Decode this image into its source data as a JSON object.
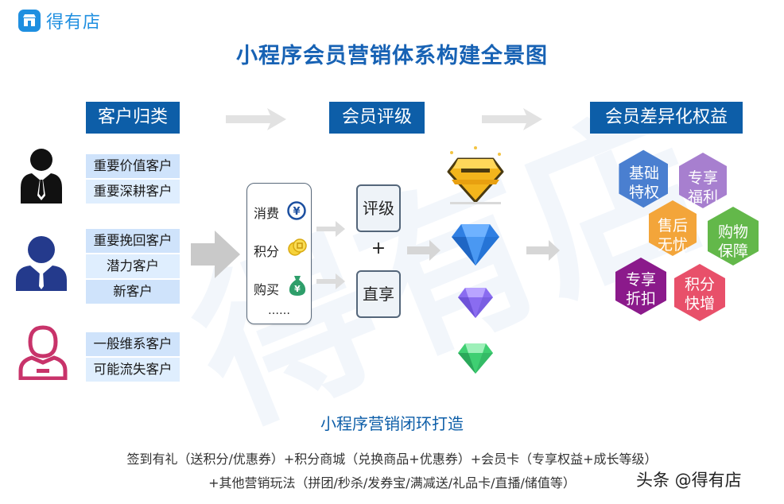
{
  "brand": {
    "name": "得有店"
  },
  "title": "小程序会员营销体系构建全景图",
  "sections": {
    "classify": "客户归类",
    "rating": "会员评级",
    "benefits": "会员差异化权益"
  },
  "customer_groups": [
    {
      "icon": "businessman-icon",
      "color": "#111111",
      "tags": [
        "重要价值客户",
        "重要深耕客户"
      ]
    },
    {
      "icon": "user-icon",
      "color": "#243a8c",
      "tags": [
        "重要挽回客户",
        "潜力客户",
        "新客户"
      ]
    },
    {
      "icon": "user-outline-icon",
      "color": "#c8336a",
      "tags": [
        "一般维系客户",
        "可能流失客户"
      ]
    }
  ],
  "factors": {
    "items": [
      {
        "label": "消费",
        "icon": "yuan-coin-icon"
      },
      {
        "label": "积分",
        "icon": "coins-icon"
      },
      {
        "label": "购买",
        "icon": "money-bag-icon"
      }
    ],
    "more": "……"
  },
  "rating_boxes": {
    "top": "评级",
    "plus": "+",
    "bottom": "直享"
  },
  "tiers": [
    {
      "icon": "gold-diamond-icon",
      "color": "#f3b51c"
    },
    {
      "icon": "blue-diamond-icon",
      "color": "#2f7fe3"
    },
    {
      "icon": "purple-diamond-icon",
      "color": "#8a6cf0"
    },
    {
      "icon": "green-diamond-icon",
      "color": "#3fcf72"
    }
  ],
  "benefits": [
    {
      "lines": [
        "基础",
        "特权"
      ],
      "color": "#4a7fd0"
    },
    {
      "lines": [
        "专享",
        "福利"
      ],
      "color": "#a77fcf"
    },
    {
      "lines": [
        "售后",
        "无忧"
      ],
      "color": "#f3a53a"
    },
    {
      "lines": [
        "购物",
        "保障"
      ],
      "color": "#63b84a"
    },
    {
      "lines": [
        "专享",
        "折扣"
      ],
      "color": "#8b1a8b"
    },
    {
      "lines": [
        "积分",
        "快增"
      ],
      "color": "#e8506a"
    }
  ],
  "loop": {
    "title": "小程序营销闭环打造",
    "line1": "签到有礼（送积分/优惠券）+积分商城（兑换商品+优惠券）+会员卡（专享权益+成长等级）",
    "line2": "+其他营销玩法（拼团/秒杀/发券宝/满减送/礼品卡/直播/储值等）"
  },
  "source_watermark": "头条 @得有店"
}
